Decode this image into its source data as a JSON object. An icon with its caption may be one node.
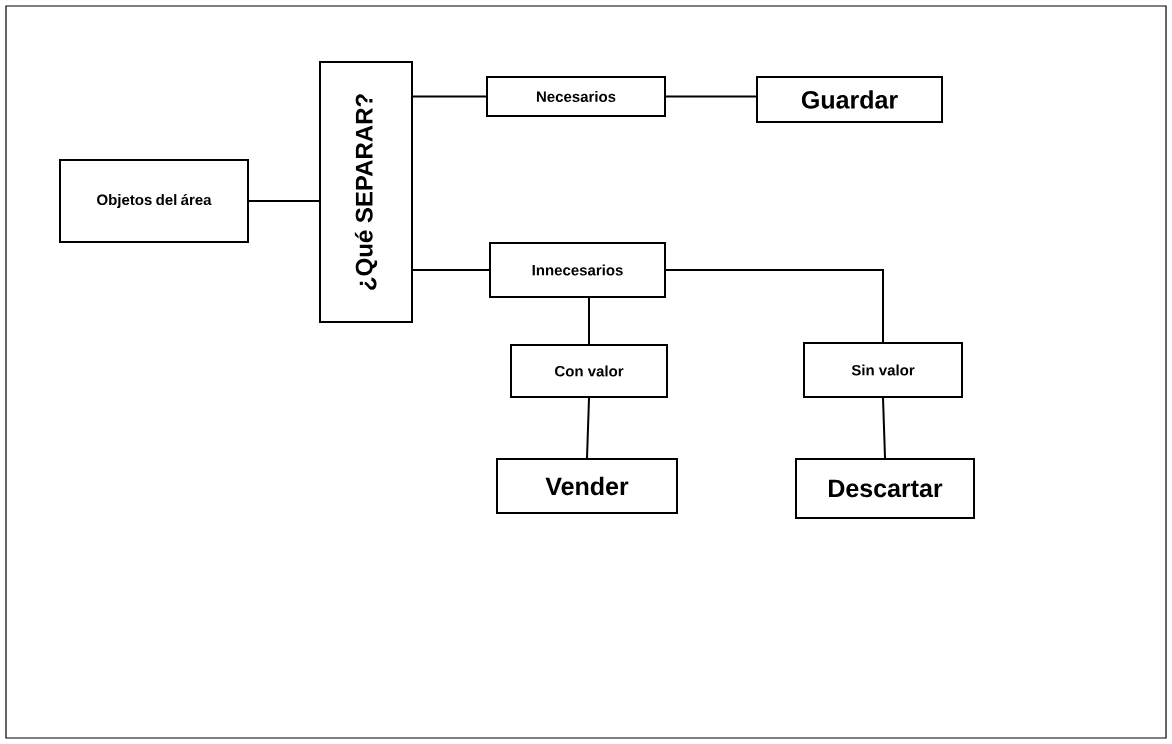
{
  "diagram": {
    "nodes": [
      {
        "text": [
          "Objetos del área"
        ]
      },
      {
        "text": [
          "¿Qué SEPARAR?"
        ]
      },
      {
        "text": [
          "Necesarios"
        ]
      },
      {
        "text": [
          "Guardar"
        ]
      },
      {
        "text": [
          "Innecesarios"
        ]
      },
      {
        "text": [
          "Con valor"
        ]
      },
      {
        "text": [
          "Sin valor"
        ]
      },
      {
        "text": [
          "Vender"
        ]
      },
      {
        "text": [
          "Descartar"
        ]
      }
    ],
    "edges": [
      {
        "from": 0,
        "to": 1,
        "arrow": "none"
      },
      {
        "from": 1,
        "to": 2,
        "arrow": "none"
      },
      {
        "from": 2,
        "to": 3,
        "arrow": "none"
      },
      {
        "from": 1,
        "to": 4,
        "arrow": "none"
      },
      {
        "from": 4,
        "to": 5,
        "arrow": "none"
      },
      {
        "from": 4,
        "to": 6,
        "arrow": "none"
      },
      {
        "from": 5,
        "to": 7,
        "arrow": "none"
      },
      {
        "from": 6,
        "to": 8,
        "arrow": "none"
      }
    ]
  }
}
